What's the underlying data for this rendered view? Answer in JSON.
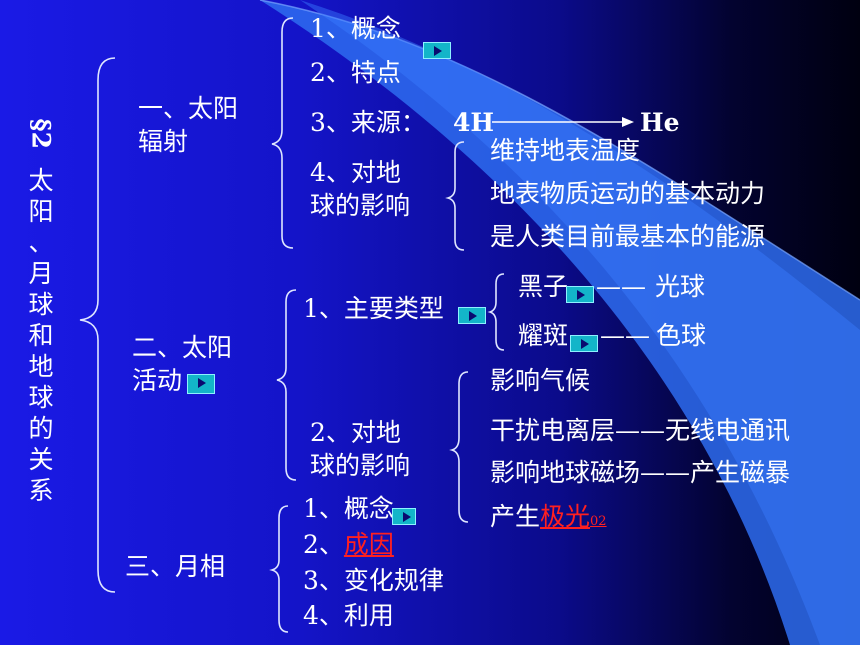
{
  "title": {
    "symbol": "§2",
    "chars": [
      "太",
      "阳",
      "、",
      "月",
      "球",
      "和",
      "地",
      "球",
      "的",
      "关",
      "系"
    ]
  },
  "sections": {
    "s1": {
      "label_line1": "一、太阳",
      "label_line2": "辐射"
    },
    "s2": {
      "label_line1": "二、太阳",
      "label_line2": "活动"
    },
    "s3": {
      "label": "三、月相"
    }
  },
  "radiation": {
    "item1": "1、概念",
    "item2": "2、特点",
    "item3": "3、来源：",
    "reaction_from": "4H",
    "reaction_to": "He",
    "item4_line1": "4、对地",
    "item4_line2": "球的影响",
    "effects": [
      "维持地表温度",
      "地表物质运动的基本动力",
      "是人类目前最基本的能源"
    ]
  },
  "activity": {
    "item1": "1、主要类型",
    "type1": "黑子",
    "type1_layer": "光球",
    "type2": "耀斑",
    "type2_layer": "色球",
    "dash": "——",
    "item2_line1": "2、对地",
    "item2_line2": "球的影响",
    "effects": [
      "影响气候",
      "干扰电离层——无线电通讯",
      "影响地球磁场——产生磁暴"
    ],
    "effect4_prefix": "产生",
    "effect4_link": "极光",
    "effect4_suffix": "02"
  },
  "moon": {
    "item1": "1、概念",
    "item2_prefix": "2、",
    "item2_link": "成因",
    "item3": "3、变化规律",
    "item4": "4、利用"
  },
  "colors": {
    "play_button": "#13b5c9",
    "link": "#ff2020",
    "beam": "#2f6fe8"
  },
  "icons": {
    "play": "play-icon"
  }
}
